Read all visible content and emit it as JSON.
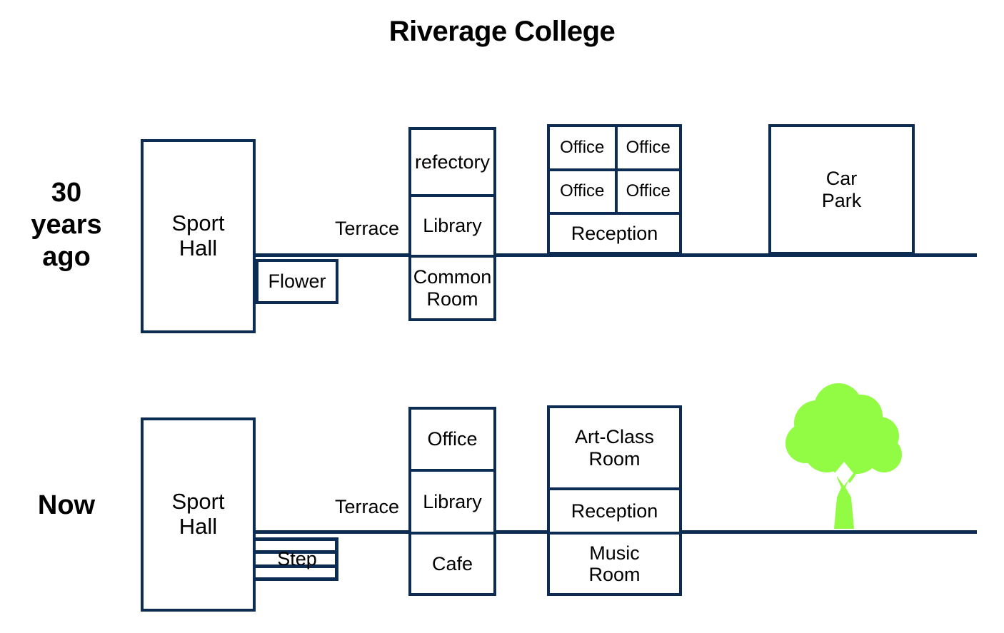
{
  "title": "Riverage College",
  "colors": {
    "outline": "#0d2c54",
    "tree": "#92fb44",
    "text": "#000000",
    "background": "#ffffff"
  },
  "rows": [
    {
      "label": "30\nyears\nago",
      "label_lines": [
        "30",
        "years",
        "ago"
      ],
      "buildings": {
        "sport_hall": "Sport\nHall",
        "annex": "Flower",
        "terrace": "Terrace",
        "middle_stack": [
          "refectory",
          "Library",
          "Common\nRoom"
        ],
        "office_block": {
          "row1": [
            "Office",
            "Office"
          ],
          "row2": [
            "Office",
            "Office"
          ],
          "row3": "Reception"
        },
        "right_block": "Car\nPark"
      }
    },
    {
      "label": "Now",
      "label_lines": [
        "Now"
      ],
      "buildings": {
        "sport_hall": "Sport\nHall",
        "annex": "Step",
        "terrace": "Terrace",
        "middle_stack": [
          "Office",
          "Library",
          "Cafe"
        ],
        "right_stack": [
          "Art-Class\nRoom",
          "Reception",
          "Music\nRoom"
        ],
        "tree": "tree-icon"
      }
    }
  ],
  "past": {
    "label_l1": "30",
    "label_l2": "years",
    "label_l3": "ago",
    "sport_hall_l1": "Sport",
    "sport_hall_l2": "Hall",
    "flower": "Flower",
    "terrace": "Terrace",
    "refectory": "refectory",
    "library": "Library",
    "common_l1": "Common",
    "common_l2": "Room",
    "office_tl": "Office",
    "office_tr": "Office",
    "office_ml": "Office",
    "office_mr": "Office",
    "reception": "Reception",
    "carpark_l1": "Car",
    "carpark_l2": "Park"
  },
  "now": {
    "label": "Now",
    "sport_hall_l1": "Sport",
    "sport_hall_l2": "Hall",
    "step": "Step",
    "terrace": "Terrace",
    "office": "Office",
    "library": "Library",
    "cafe": "Cafe",
    "artclass_l1": "Art-Class",
    "artclass_l2": "Room",
    "reception": "Reception",
    "music_l1": "Music",
    "music_l2": "Room"
  }
}
